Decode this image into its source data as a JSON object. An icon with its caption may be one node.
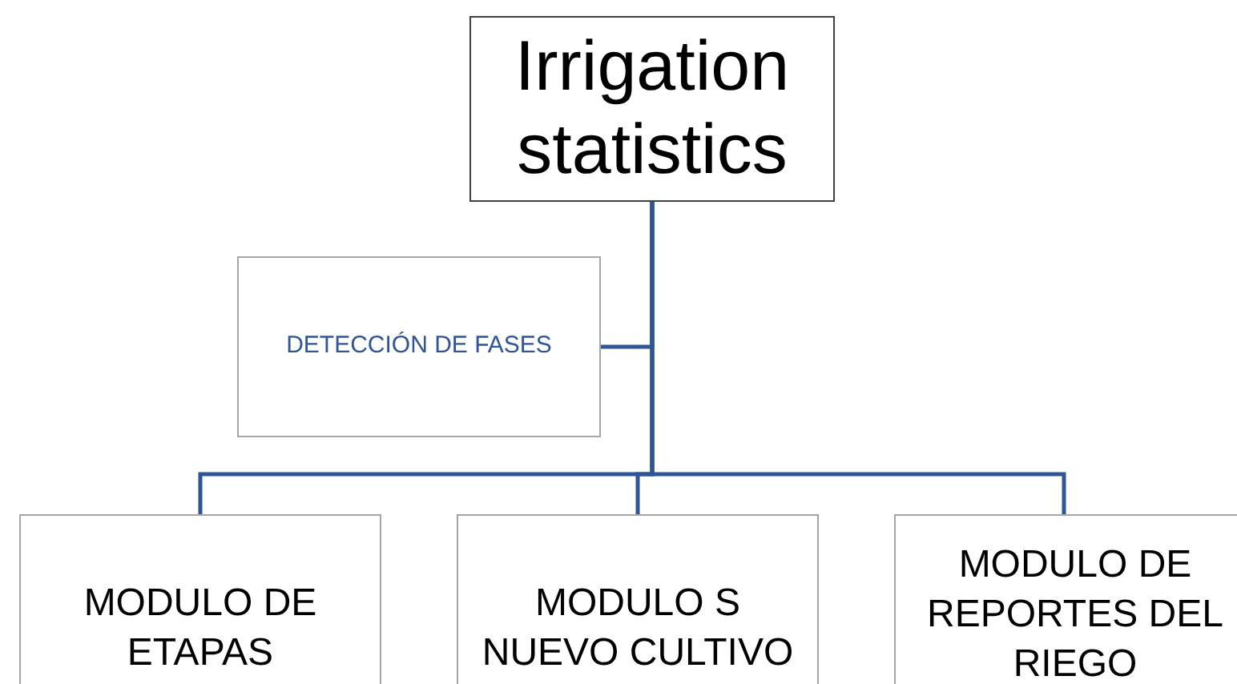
{
  "diagram": {
    "nodes": [
      {
        "text": [
          "Irrigation statistics"
        ]
      },
      {
        "text": [
          "DETECCIÓN DE FASES"
        ]
      },
      {
        "text": [
          "MODULO DE ETAPAS"
        ]
      },
      {
        "text": [
          "MODULO S NUEVO CULTIVO"
        ]
      },
      {
        "text": [
          "MODULO DE REPORTES DEL RIEGO"
        ]
      }
    ],
    "edges": [
      {
        "from": 0,
        "to": 1,
        "arrow": "none"
      },
      {
        "from": 0,
        "to": 2,
        "arrow": "none"
      },
      {
        "from": 0,
        "to": 3,
        "arrow": "none"
      },
      {
        "from": 0,
        "to": 4,
        "arrow": "none"
      }
    ]
  }
}
